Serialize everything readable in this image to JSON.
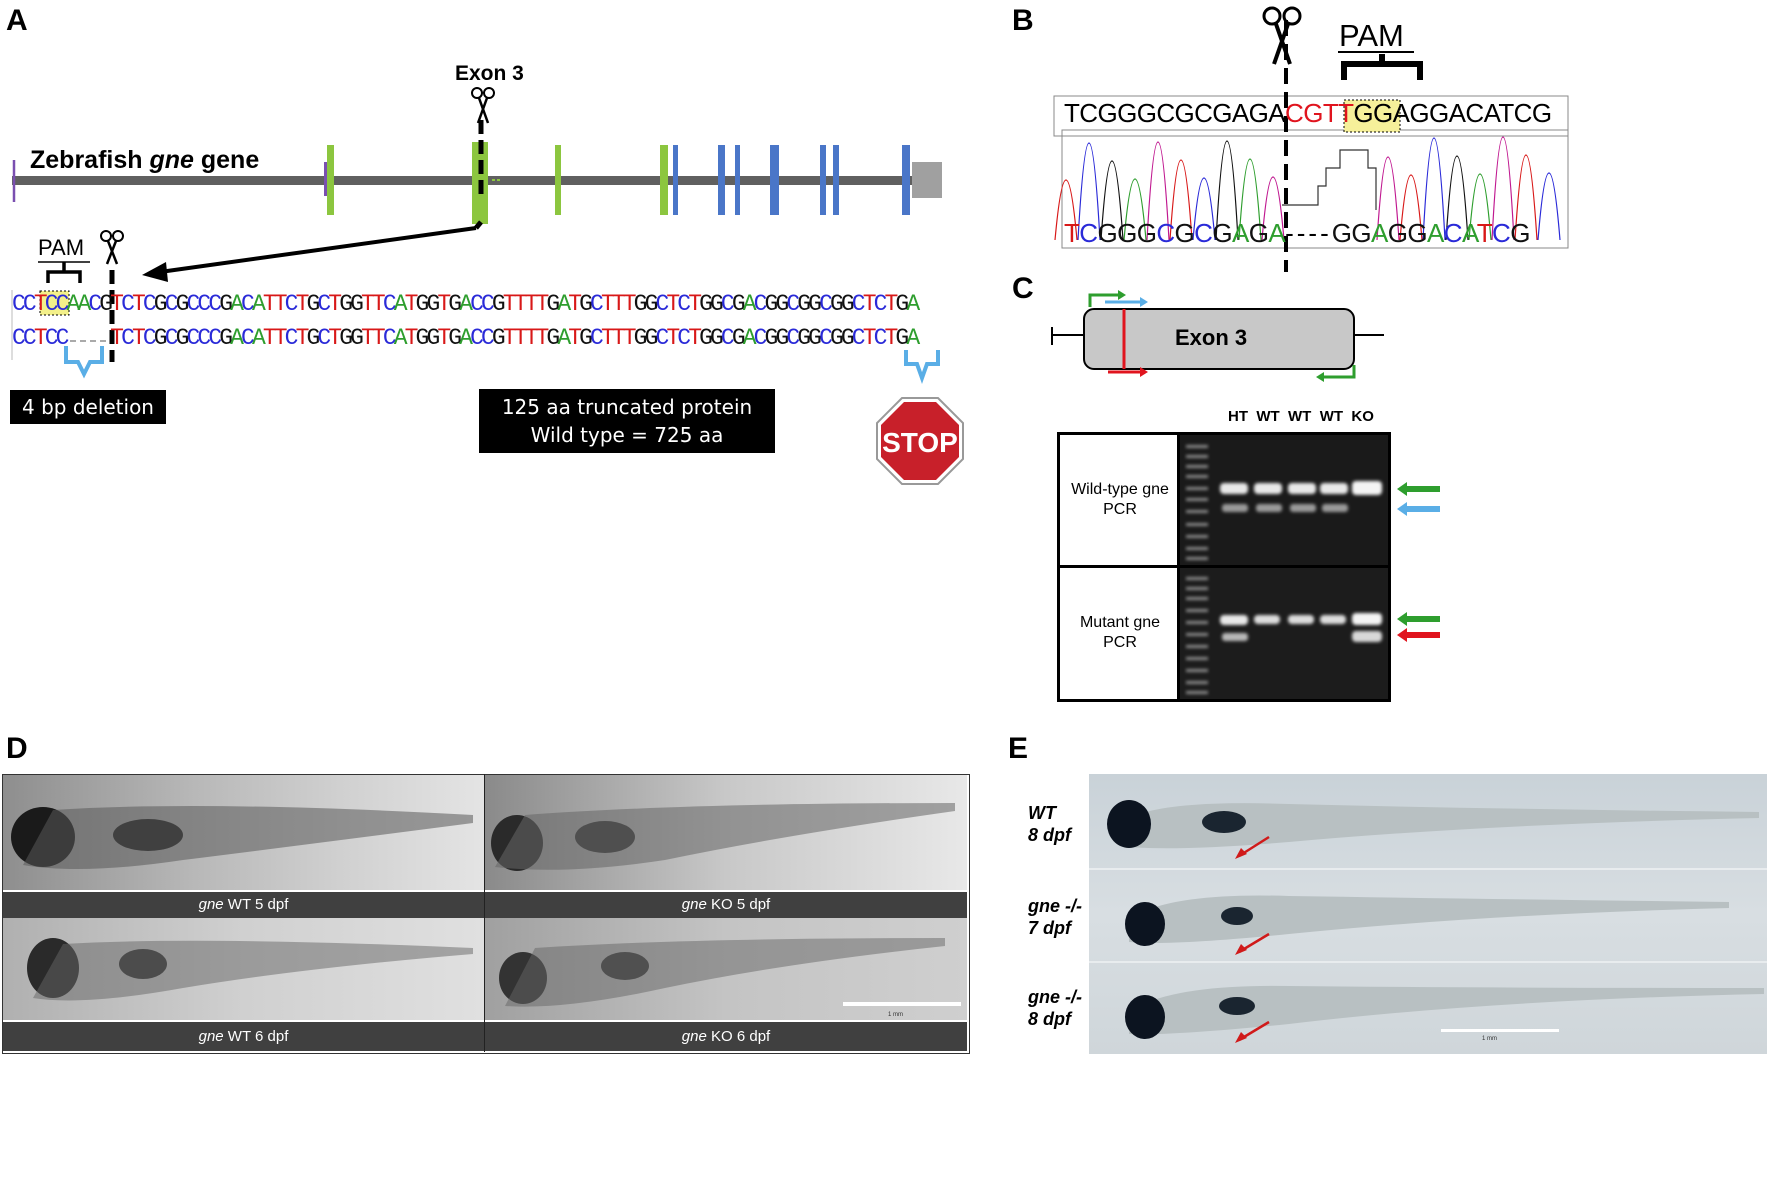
{
  "panels": {
    "a": "A",
    "b": "B",
    "c": "C",
    "d": "D",
    "e": "E"
  },
  "panel_a": {
    "gene_title_prefix": "Zebrafish ",
    "gene_title_italic": "gne",
    "gene_title_suffix": " gene",
    "exon_label": "Exon 3",
    "pam_label": "PAM",
    "wt_sequence": "CCTCCAACGTCTCGCGCCCGACATTCTGCTGGTTCATGGTGACCGTTTTGATGCTTTGGCTCTGGCGACGGCGGCGGCTCTGA",
    "mut_sequence": "CCTCC----TCTCGCGCCCGACATTCTGCTGGTTCATGGTGACCGTTTTGATGCTTTGGCTCTGGCGACGGCGGCGGCTCTGA",
    "deletion_label": "4 bp deletion",
    "protein_line1": "125 aa truncated protein",
    "protein_line2": "Wild type = 725 aa",
    "stop_label": "STOP",
    "colors": {
      "A": "#2e9e2e",
      "C": "#2a2ad8",
      "G": "#111111",
      "T": "#d81818",
      "exon_green": "#8cc63f",
      "exon_blue": "#4a76c8"
    }
  },
  "panel_b": {
    "pam_label": "PAM",
    "top_seq_black1": "TCGGGCGCGAGA",
    "top_seq_red": "CGTT",
    "top_seq_black2": "GGAGGACATCG",
    "bottom_seq_left": "TCGGGCGCGAGA",
    "bottom_seq_gap": "----",
    "bottom_seq_right": "GGAGGACATCG"
  },
  "panel_c": {
    "exon_label": "Exon 3",
    "lane_labels": [
      "HT",
      "WT",
      "WT",
      "WT",
      "KO"
    ],
    "wt_pcr_label": "Wild-type gne PCR",
    "mut_pcr_label": "Mutant gne PCR"
  },
  "panel_d": {
    "captions": [
      {
        "italic": "gne",
        "text": " WT 5 dpf"
      },
      {
        "italic": "gne",
        "text": " KO 5 dpf"
      },
      {
        "italic": "gne",
        "text": " WT 6 dpf"
      },
      {
        "italic": "gne",
        "text": " KO 6 dpf"
      }
    ],
    "scale_label": "1 mm"
  },
  "panel_e": {
    "labels": [
      {
        "line1": "WT",
        "line2": "8 dpf"
      },
      {
        "line1": "gne -/-",
        "line2": "7 dpf"
      },
      {
        "line1": "gne -/-",
        "line2": "8 dpf"
      }
    ],
    "scale_label": "1 mm"
  }
}
